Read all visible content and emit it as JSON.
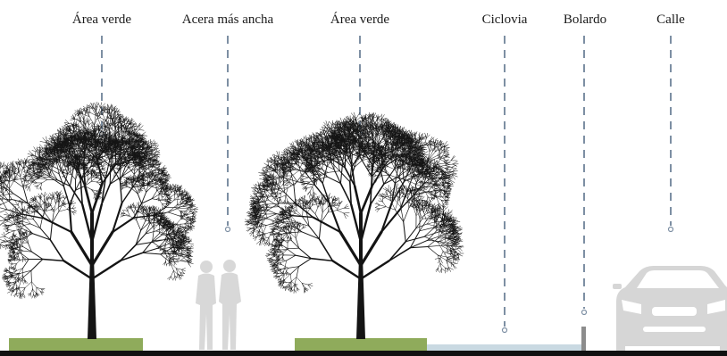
{
  "labels": {
    "area_verde_1": "Área verde",
    "acera": "Acera más ancha",
    "area_verde_2": "Área verde",
    "ciclovia": "Ciclovia",
    "bolardo": "Bolardo",
    "calle": "Calle"
  },
  "icons": {
    "tree": "tree-icon",
    "pedestrians": "pedestrians-icon",
    "bollard": "bollard-icon",
    "car": "car-icon"
  },
  "colors": {
    "grass": "#8fab5b",
    "bike_lane": "#c9d9e2",
    "leader_line": "#7d8fa3",
    "tree": "#141414",
    "pedestrians": "#d8d8d8",
    "car": "#d6d6d6",
    "bollard": "#8c8c8c",
    "ground": "#111111"
  }
}
